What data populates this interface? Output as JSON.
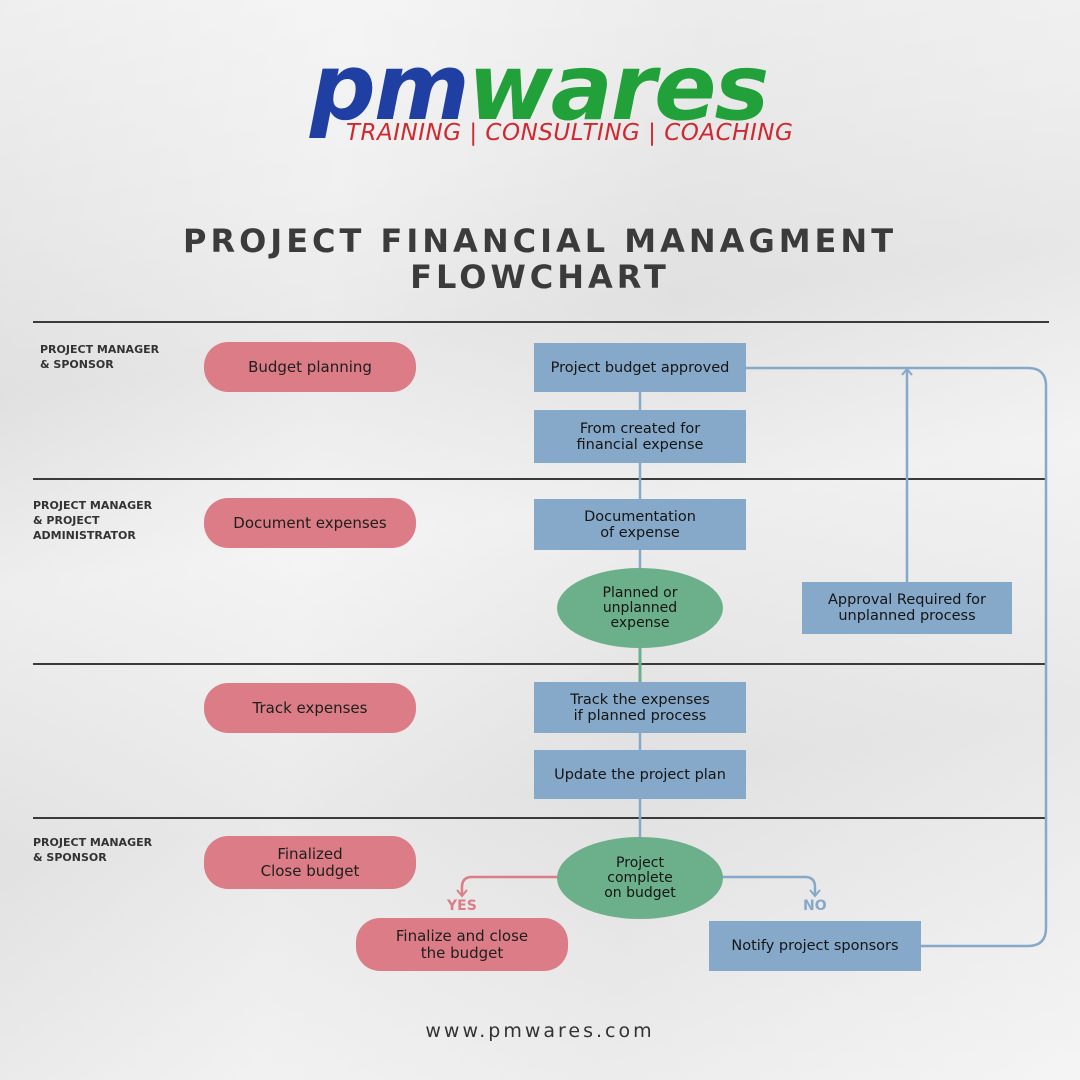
{
  "logo": {
    "pm": "pm",
    "wares": "wares",
    "tagline": "TRAINING | CONSULTING | COACHING"
  },
  "title": {
    "line1": "PROJECT FINANCIAL MANAGMENT",
    "line2": "FLOWCHART"
  },
  "lanes": [
    {
      "role": "PROJECT MANAGER\n& SPONSOR",
      "activity": "Budget planning"
    },
    {
      "role": "PROJECT MANAGER\n& PROJECT\nADMINISTRATOR",
      "activity": "Document expenses"
    },
    {
      "role": "",
      "activity": "Track expenses"
    },
    {
      "role": "PROJECT MANAGER\n& SPONSOR",
      "activity": "Finalized\nClose budget"
    }
  ],
  "steps": {
    "budget_approved": "Project budget approved",
    "form_created": "From created for\nfinancial expense",
    "documentation": "Documentation\nof expense",
    "planned_decision": "Planned or\nunplanned\nexpense",
    "approval_required": "Approval Required for\nunplanned process",
    "track_planned": "Track the expenses\nif planned process",
    "update_plan": "Update the project plan",
    "complete_decision": "Project\ncomplete\non budget",
    "finalize_close": "Finalize and close\nthe budget",
    "notify_sponsors": "Notify project sponsors"
  },
  "branches": {
    "yes": "YES",
    "no": "NO"
  },
  "colors": {
    "pill": "#db7c86",
    "box": "#86a8c9",
    "oval": "#6bb08a",
    "arrow_blue": "#86a8c9",
    "arrow_red": "#db7c86",
    "logo_blue": "#1f3fa3",
    "logo_green": "#22a03a",
    "logo_red": "#d0282f"
  },
  "footer": "www.pmwares.com"
}
